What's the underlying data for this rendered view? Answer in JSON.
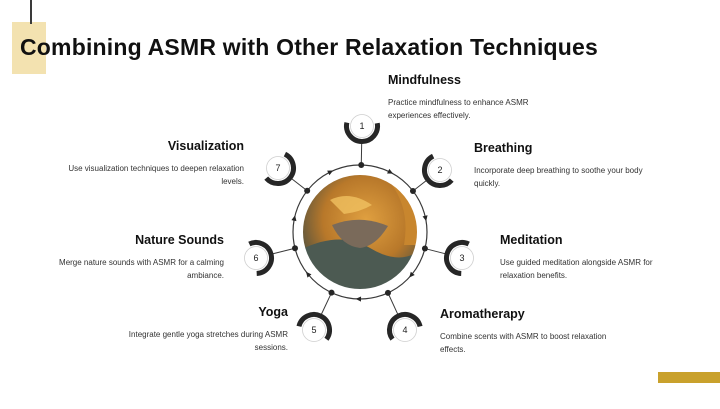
{
  "title": "Combining ASMR with Other Relaxation Techniques",
  "colors": {
    "accent": "#c9a12c",
    "accent_light": "#f3e2b0",
    "dark": "#262626"
  },
  "center_image": "person-bowl-photo",
  "items": [
    {
      "num": "1",
      "title": "Mindfulness",
      "desc": "Practice mindfulness to enhance ASMR experiences effectively."
    },
    {
      "num": "2",
      "title": "Breathing",
      "desc": "Incorporate deep breathing to soothe your body quickly."
    },
    {
      "num": "3",
      "title": "Meditation",
      "desc": "Use guided meditation alongside ASMR for relaxation benefits."
    },
    {
      "num": "4",
      "title": "Aromatherapy",
      "desc": "Combine scents with ASMR to boost relaxation effects."
    },
    {
      "num": "5",
      "title": "Yoga",
      "desc": "Integrate gentle yoga stretches during ASMR sessions."
    },
    {
      "num": "6",
      "title": "Nature Sounds",
      "desc": "Merge nature sounds with ASMR for a calming ambiance."
    },
    {
      "num": "7",
      "title": "Visualization",
      "desc": "Use visualization techniques to deepen relaxation levels."
    }
  ]
}
